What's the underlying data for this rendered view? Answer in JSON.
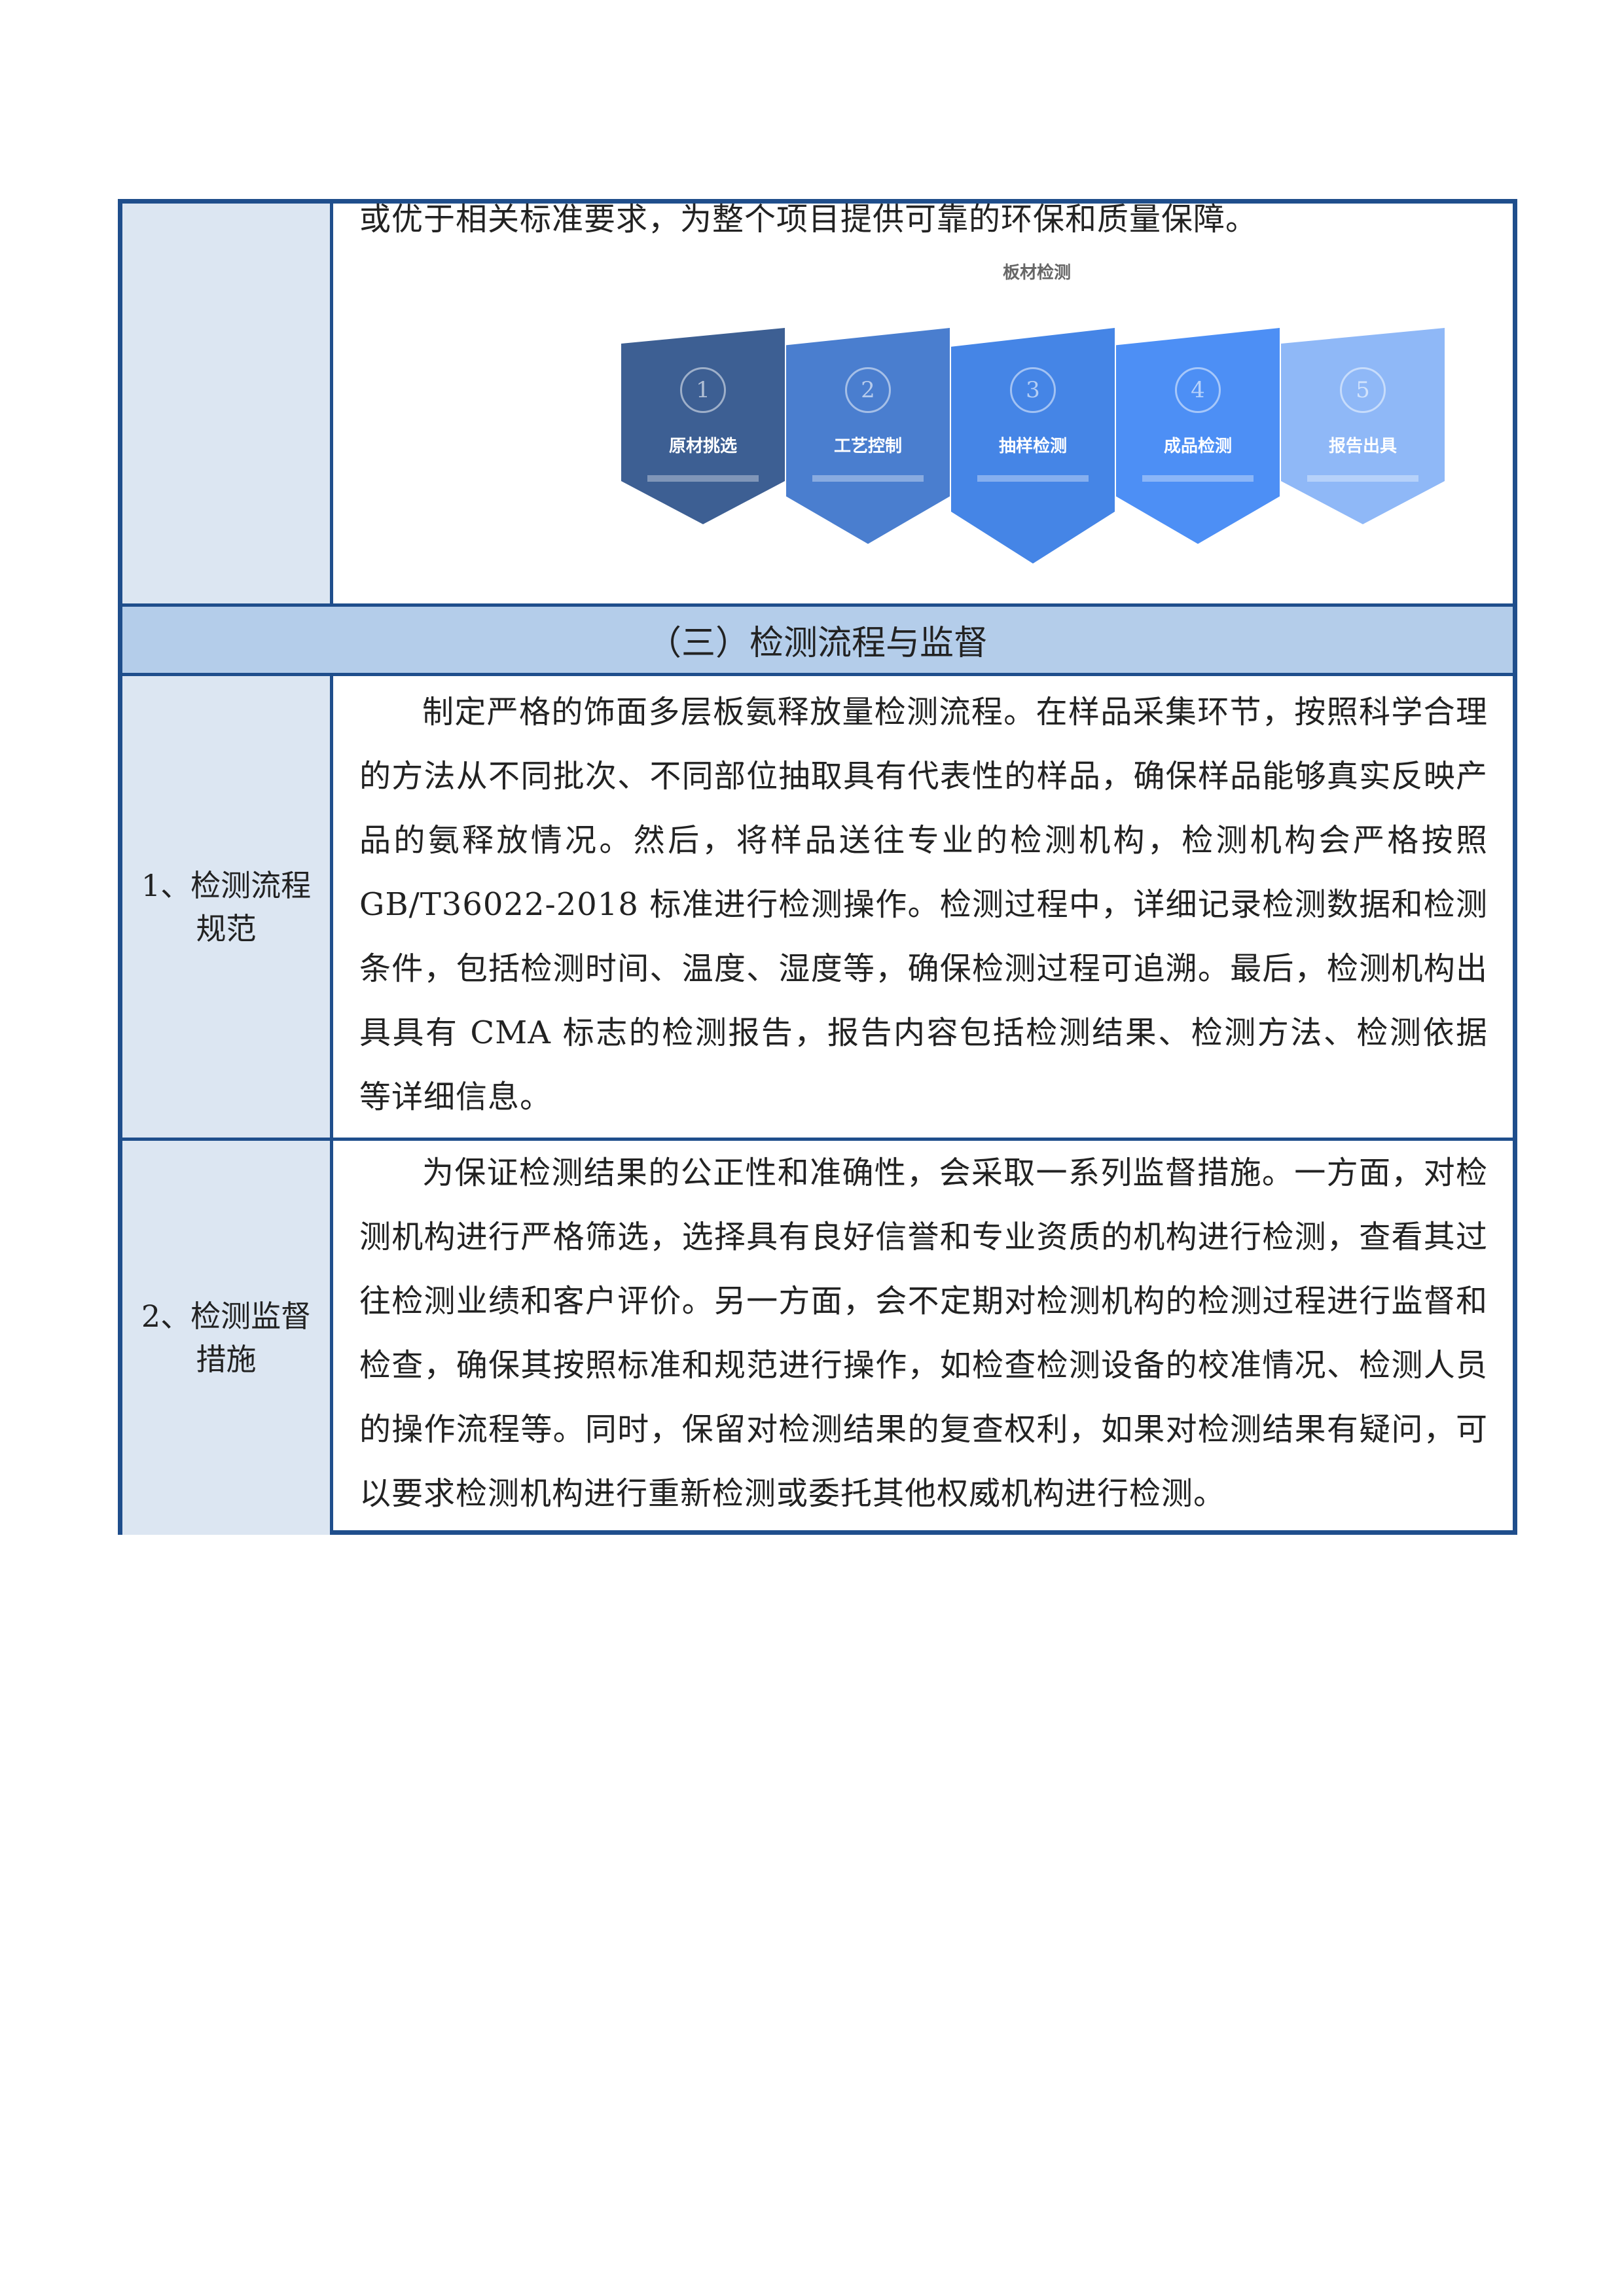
{
  "row0": {
    "text": "或优于相关标准要求，为整个项目提供可靠的环保和质量保障。",
    "diagram": {
      "title": "板材检测",
      "steps": [
        {
          "num": "1",
          "label": "原材挑选",
          "color": "#3d5f93"
        },
        {
          "num": "2",
          "label": "工艺控制",
          "color": "#4a7ecf"
        },
        {
          "num": "3",
          "label": "抽样检测",
          "color": "#4585e6"
        },
        {
          "num": "4",
          "label": "成品检测",
          "color": "#4d8ff5"
        },
        {
          "num": "5",
          "label": "报告出具",
          "color": "#8fb8f7"
        }
      ]
    }
  },
  "section_header": "（三）检测流程与监督",
  "row1": {
    "label": "1、检测流程规范",
    "text": "制定严格的饰面多层板氨释放量检测流程。在样品采集环节，按照科学合理的方法从不同批次、不同部位抽取具有代表性的样品，确保样品能够真实反映产品的氨释放情况。然后，将样品送往专业的检测机构，检测机构会严格按照 GB/T36022-2018 标准进行检测操作。检测过程中，详细记录检测数据和检测条件，包括检测时间、温度、湿度等，确保检测过程可追溯。最后，检测机构出具具有 CMA 标志的检测报告，报告内容包括检测结果、检测方法、检测依据等详细信息。"
  },
  "row2": {
    "label": "2、检测监督措施",
    "text": "为保证检测结果的公正性和准确性，会采取一系列监督措施。一方面，对检测机构进行严格筛选，选择具有良好信誉和专业资质的机构进行检测，查看其过往检测业绩和客户评价。另一方面，会不定期对检测机构的检测过程进行监督和检查，确保其按照标准和规范进行操作，如检查检测设备的校准情况、检测人员的操作流程等。同时，保留对检测结果的复查权利，如果对检测结果有疑问，可以要求检测机构进行重新检测或委托其他权威机构进行检测。"
  }
}
